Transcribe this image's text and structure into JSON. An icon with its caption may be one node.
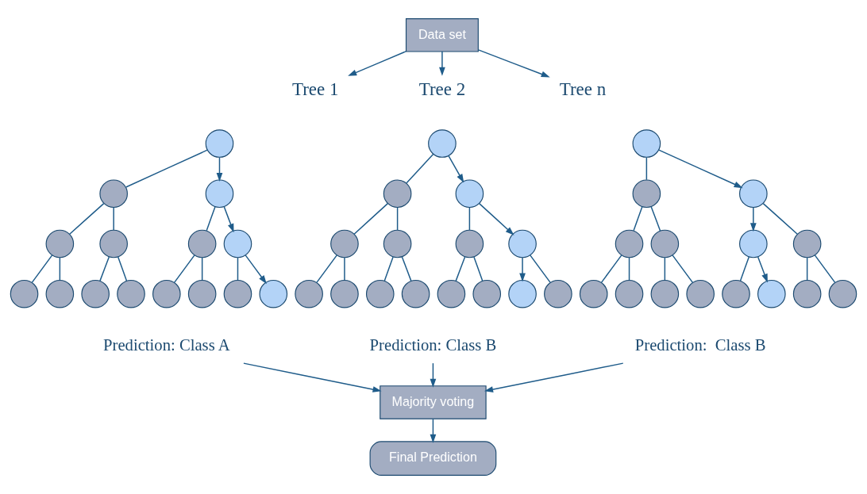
{
  "diagram": {
    "nodes": [
      {
        "text": [
          "Data set"
        ]
      },
      {
        "text": [
          "Tree 1"
        ]
      },
      {
        "text": [],
        "shape": "circle"
      },
      {
        "text": [],
        "shape": "circle"
      },
      {
        "text": [],
        "shape": "circle"
      },
      {
        "text": [],
        "shape": "circle"
      },
      {
        "text": [],
        "shape": "circle"
      },
      {
        "text": [],
        "shape": "circle"
      },
      {
        "text": [],
        "shape": "circle"
      },
      {
        "text": [],
        "shape": "circle"
      },
      {
        "text": [],
        "shape": "circle"
      },
      {
        "text": [],
        "shape": "circle"
      },
      {
        "text": [],
        "shape": "circle"
      },
      {
        "text": [],
        "shape": "circle"
      },
      {
        "text": [],
        "shape": "circle"
      },
      {
        "text": [],
        "shape": "circle"
      },
      {
        "text": [],
        "shape": "circle"
      },
      {
        "text": [
          "Prediction: Class A"
        ]
      },
      {
        "text": [
          "Tree 2"
        ]
      },
      {
        "text": [],
        "shape": "circle"
      },
      {
        "text": [],
        "shape": "circle"
      },
      {
        "text": [],
        "shape": "circle"
      },
      {
        "text": [],
        "shape": "circle"
      },
      {
        "text": [],
        "shape": "circle"
      },
      {
        "text": [],
        "shape": "circle"
      },
      {
        "text": [],
        "shape": "circle"
      },
      {
        "text": [],
        "shape": "circle"
      },
      {
        "text": [],
        "shape": "circle"
      },
      {
        "text": [],
        "shape": "circle"
      },
      {
        "text": [],
        "shape": "circle"
      },
      {
        "text": [],
        "shape": "circle"
      },
      {
        "text": [],
        "shape": "circle"
      },
      {
        "text": [],
        "shape": "circle"
      },
      {
        "text": [],
        "shape": "circle"
      },
      {
        "text": [
          "Prediction: Class B"
        ]
      },
      {
        "text": [
          "Tree n"
        ]
      },
      {
        "text": [],
        "shape": "circle"
      },
      {
        "text": [],
        "shape": "circle"
      },
      {
        "text": [],
        "shape": "circle"
      },
      {
        "text": [],
        "shape": "circle"
      },
      {
        "text": [],
        "shape": "circle"
      },
      {
        "text": [],
        "shape": "circle"
      },
      {
        "text": [],
        "shape": "circle"
      },
      {
        "text": [],
        "shape": "circle"
      },
      {
        "text": [],
        "shape": "circle"
      },
      {
        "text": [],
        "shape": "circle"
      },
      {
        "text": [],
        "shape": "circle"
      },
      {
        "text": [],
        "shape": "circle"
      },
      {
        "text": [],
        "shape": "circle"
      },
      {
        "text": [],
        "shape": "circle"
      },
      {
        "text": [],
        "shape": "circle"
      },
      {
        "text": [
          "Prediction:  Class B"
        ]
      },
      {
        "text": [
          "Majority voting"
        ]
      },
      {
        "text": [
          "Final Prediction"
        ]
      }
    ],
    "edges": [
      {
        "from": 0,
        "to": 1,
        "arrow": "to"
      },
      {
        "from": 0,
        "to": 18,
        "arrow": "to"
      },
      {
        "from": 0,
        "to": 35,
        "arrow": "to"
      },
      {
        "from": 2,
        "to": 3,
        "arrow": "none"
      },
      {
        "from": 2,
        "to": 4,
        "arrow": "to"
      },
      {
        "from": 3,
        "to": 5,
        "arrow": "none"
      },
      {
        "from": 3,
        "to": 6,
        "arrow": "none"
      },
      {
        "from": 4,
        "to": 7,
        "arrow": "none"
      },
      {
        "from": 4,
        "to": 8,
        "arrow": "to"
      },
      {
        "from": 5,
        "to": 9,
        "arrow": "none"
      },
      {
        "from": 5,
        "to": 10,
        "arrow": "none"
      },
      {
        "from": 6,
        "to": 11,
        "arrow": "none"
      },
      {
        "from": 6,
        "to": 12,
        "arrow": "none"
      },
      {
        "from": 7,
        "to": 13,
        "arrow": "none"
      },
      {
        "from": 7,
        "to": 14,
        "arrow": "none"
      },
      {
        "from": 8,
        "to": 15,
        "arrow": "none"
      },
      {
        "from": 8,
        "to": 16,
        "arrow": "to"
      },
      {
        "from": 19,
        "to": 20,
        "arrow": "none"
      },
      {
        "from": 19,
        "to": 21,
        "arrow": "to"
      },
      {
        "from": 20,
        "to": 22,
        "arrow": "none"
      },
      {
        "from": 20,
        "to": 23,
        "arrow": "none"
      },
      {
        "from": 21,
        "to": 24,
        "arrow": "none"
      },
      {
        "from": 21,
        "to": 25,
        "arrow": "to"
      },
      {
        "from": 22,
        "to": 26,
        "arrow": "none"
      },
      {
        "from": 22,
        "to": 27,
        "arrow": "none"
      },
      {
        "from": 23,
        "to": 28,
        "arrow": "none"
      },
      {
        "from": 23,
        "to": 29,
        "arrow": "none"
      },
      {
        "from": 24,
        "to": 30,
        "arrow": "none"
      },
      {
        "from": 24,
        "to": 31,
        "arrow": "none"
      },
      {
        "from": 25,
        "to": 32,
        "arrow": "to"
      },
      {
        "from": 25,
        "to": 33,
        "arrow": "none"
      },
      {
        "from": 36,
        "to": 37,
        "arrow": "none"
      },
      {
        "from": 36,
        "to": 38,
        "arrow": "to"
      },
      {
        "from": 37,
        "to": 39,
        "arrow": "none"
      },
      {
        "from": 37,
        "to": 40,
        "arrow": "none"
      },
      {
        "from": 38,
        "to": 41,
        "arrow": "to"
      },
      {
        "from": 38,
        "to": 42,
        "arrow": "none"
      },
      {
        "from": 39,
        "to": 43,
        "arrow": "none"
      },
      {
        "from": 39,
        "to": 44,
        "arrow": "none"
      },
      {
        "from": 40,
        "to": 45,
        "arrow": "none"
      },
      {
        "from": 40,
        "to": 46,
        "arrow": "none"
      },
      {
        "from": 41,
        "to": 47,
        "arrow": "none"
      },
      {
        "from": 41,
        "to": 48,
        "arrow": "to"
      },
      {
        "from": 42,
        "to": 49,
        "arrow": "none"
      },
      {
        "from": 42,
        "to": 50,
        "arrow": "none"
      },
      {
        "from": 17,
        "to": 52,
        "arrow": "to"
      },
      {
        "from": 34,
        "to": 52,
        "arrow": "to"
      },
      {
        "from": 51,
        "to": 52,
        "arrow": "to"
      },
      {
        "from": 52,
        "to": 53,
        "arrow": "to"
      }
    ]
  }
}
